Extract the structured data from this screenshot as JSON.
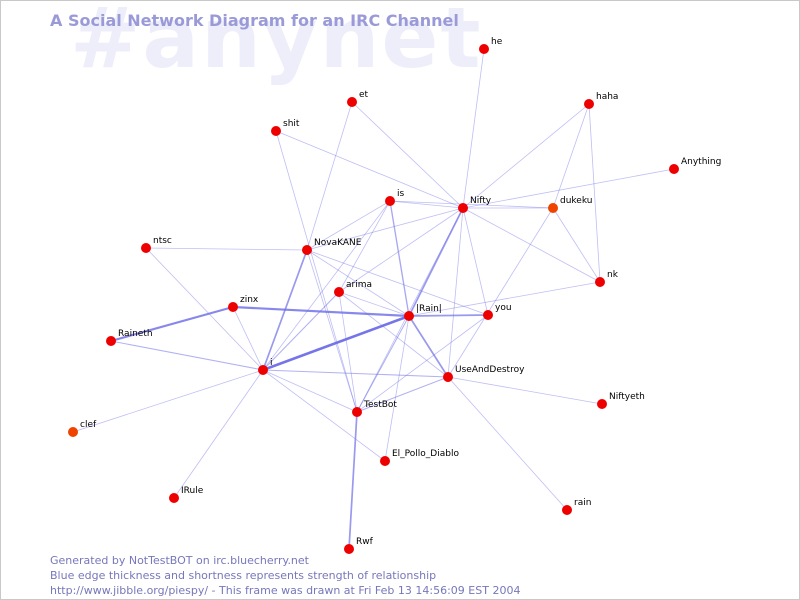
{
  "watermark": "#anynet",
  "title": "A Social Network Diagram for an IRC Channel",
  "footer": {
    "line1": "Generated by NotTestBOT on irc.bluecherry.net",
    "line2": "Blue edge thickness and shortness represents strength of relationship",
    "line3": "http://www.jibble.org/piespy/ - This frame was drawn at Fri Feb 13 14:56:09 EST 2004"
  },
  "colors": {
    "node": "#ee0000",
    "node_alt": "#ee4400",
    "edge": "#6e6ee8",
    "title": "#9a9ad8",
    "watermark": "#eeeefb",
    "footer": "#7777bb"
  },
  "nodes": [
    {
      "id": "he",
      "label": "he"
    },
    {
      "id": "et",
      "label": "et"
    },
    {
      "id": "haha",
      "label": "haha"
    },
    {
      "id": "shit",
      "label": "shit"
    },
    {
      "id": "Anything",
      "label": "Anything"
    },
    {
      "id": "is",
      "label": "is"
    },
    {
      "id": "Nifty",
      "label": "Nifty"
    },
    {
      "id": "dukeku",
      "label": "dukeku",
      "alt": true
    },
    {
      "id": "ntsc",
      "label": "ntsc"
    },
    {
      "id": "NovaKANE",
      "label": "NovaKANE"
    },
    {
      "id": "nk",
      "label": "nk"
    },
    {
      "id": "arima",
      "label": "arima"
    },
    {
      "id": "zinx",
      "label": "zinx"
    },
    {
      "id": "Rain",
      "label": "|Rain|"
    },
    {
      "id": "you",
      "label": "you"
    },
    {
      "id": "Raineth",
      "label": "Raineth"
    },
    {
      "id": "i",
      "label": "i"
    },
    {
      "id": "UseAndDestroy",
      "label": "UseAndDestroy"
    },
    {
      "id": "TestBot",
      "label": "TestBot"
    },
    {
      "id": "Niftyeth",
      "label": "Niftyeth"
    },
    {
      "id": "clef",
      "label": "clef",
      "alt": true
    },
    {
      "id": "ElPollo",
      "label": "El_Pollo_Diablo"
    },
    {
      "id": "IRule",
      "label": "IRule"
    },
    {
      "id": "rain",
      "label": "rain"
    },
    {
      "id": "Rwf",
      "label": "Rwf"
    }
  ],
  "edges": [
    {
      "from": "i",
      "to": "Rain",
      "strength": 3
    },
    {
      "from": "zinx",
      "to": "Rain",
      "strength": 2.5
    },
    {
      "from": "Raineth",
      "to": "zinx",
      "strength": 2.5
    },
    {
      "from": "i",
      "to": "NovaKANE",
      "strength": 2
    },
    {
      "from": "Rain",
      "to": "Nifty",
      "strength": 2
    },
    {
      "from": "TestBot",
      "to": "Rwf",
      "strength": 2
    },
    {
      "from": "Rain",
      "to": "UseAndDestroy",
      "strength": 2
    },
    {
      "from": "Rain",
      "to": "you",
      "strength": 2
    },
    {
      "from": "is",
      "to": "Rain",
      "strength": 1.6
    },
    {
      "from": "i",
      "to": "Raineth",
      "strength": 1.3
    },
    {
      "from": "i",
      "to": "UseAndDestroy",
      "strength": 1.3
    },
    {
      "from": "i",
      "to": "arima",
      "strength": 1.3
    },
    {
      "from": "TestBot",
      "to": "UseAndDestroy",
      "strength": 1.3
    },
    {
      "from": "Rain",
      "to": "TestBot",
      "strength": 1.3
    },
    {
      "from": "Nifty",
      "to": "he",
      "strength": 1
    },
    {
      "from": "Nifty",
      "to": "haha",
      "strength": 1
    },
    {
      "from": "Nifty",
      "to": "Anything",
      "strength": 1
    },
    {
      "from": "Nifty",
      "to": "is",
      "strength": 1
    },
    {
      "from": "Nifty",
      "to": "dukeku",
      "strength": 1
    },
    {
      "from": "Nifty",
      "to": "nk",
      "strength": 1
    },
    {
      "from": "Nifty",
      "to": "NovaKANE",
      "strength": 1
    },
    {
      "from": "Nifty",
      "to": "arima",
      "strength": 1
    },
    {
      "from": "Nifty",
      "to": "you",
      "strength": 1
    },
    {
      "from": "Nifty",
      "to": "UseAndDestroy",
      "strength": 1
    },
    {
      "from": "Nifty",
      "to": "TestBot",
      "strength": 1
    },
    {
      "from": "Nifty",
      "to": "shit",
      "strength": 1
    },
    {
      "from": "Nifty",
      "to": "et",
      "strength": 1
    },
    {
      "from": "is",
      "to": "dukeku",
      "strength": 1
    },
    {
      "from": "is",
      "to": "NovaKANE",
      "strength": 1
    },
    {
      "from": "is",
      "to": "i",
      "strength": 1
    },
    {
      "from": "is",
      "to": "arima",
      "strength": 1
    },
    {
      "from": "dukeku",
      "to": "haha",
      "strength": 1
    },
    {
      "from": "dukeku",
      "to": "nk",
      "strength": 1
    },
    {
      "from": "dukeku",
      "to": "UseAndDestroy",
      "strength": 1
    },
    {
      "from": "haha",
      "to": "nk",
      "strength": 1
    },
    {
      "from": "et",
      "to": "NovaKANE",
      "strength": 1
    },
    {
      "from": "shit",
      "to": "TestBot",
      "strength": 1
    },
    {
      "from": "ntsc",
      "to": "NovaKANE",
      "strength": 1
    },
    {
      "from": "ntsc",
      "to": "i",
      "strength": 1
    },
    {
      "from": "NovaKANE",
      "to": "you",
      "strength": 1
    },
    {
      "from": "NovaKANE",
      "to": "TestBot",
      "strength": 1
    },
    {
      "from": "NovaKANE",
      "to": "Rain",
      "strength": 1
    },
    {
      "from": "nk",
      "to": "Rain",
      "strength": 1
    },
    {
      "from": "arima",
      "to": "Rain",
      "strength": 1
    },
    {
      "from": "arima",
      "to": "UseAndDestroy",
      "strength": 1
    },
    {
      "from": "arima",
      "to": "TestBot",
      "strength": 1
    },
    {
      "from": "i",
      "to": "zinx",
      "strength": 1
    },
    {
      "from": "i",
      "to": "TestBot",
      "strength": 1
    },
    {
      "from": "i",
      "to": "clef",
      "strength": 1
    },
    {
      "from": "i",
      "to": "IRule",
      "strength": 1
    },
    {
      "from": "i",
      "to": "ElPollo",
      "strength": 1
    },
    {
      "from": "UseAndDestroy",
      "to": "Niftyeth",
      "strength": 1
    },
    {
      "from": "UseAndDestroy",
      "to": "rain",
      "strength": 1
    },
    {
      "from": "Rain",
      "to": "ElPollo",
      "strength": 1
    },
    {
      "from": "you",
      "to": "TestBot",
      "strength": 1
    }
  ]
}
